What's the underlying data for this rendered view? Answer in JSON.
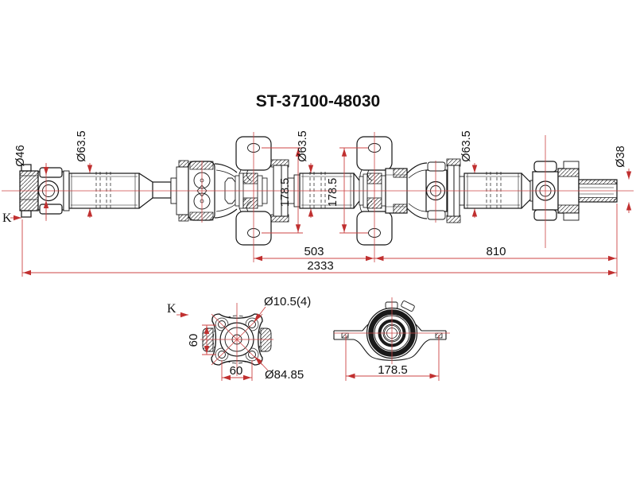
{
  "part_number": "ST-37100-48030",
  "colors": {
    "background": "#ffffff",
    "drawing_line": "#151515",
    "dimension_red": "#cc4444"
  },
  "main_view": {
    "view_arrow_label": "K",
    "dims": {
      "flange_pilot_dia": "Ø46",
      "tube_dia": "Ø63.5",
      "end_spline_dia": "Ø38",
      "center_bearing_bracket_height": "178.5",
      "center_bearing_spacing": "503",
      "rear_section_length": "810",
      "overall_length": "2333"
    }
  },
  "flange_end_view": {
    "view_label": "K",
    "dims": {
      "bolt_hole_dia": "Ø10.5(4)",
      "bolt_pitch_vertical": "60",
      "bolt_pitch_horizontal": "60",
      "bolt_circle_dia": "Ø84.85"
    }
  },
  "center_bearing_view": {
    "dims": {
      "mounting_hole_span": "178.5"
    }
  }
}
